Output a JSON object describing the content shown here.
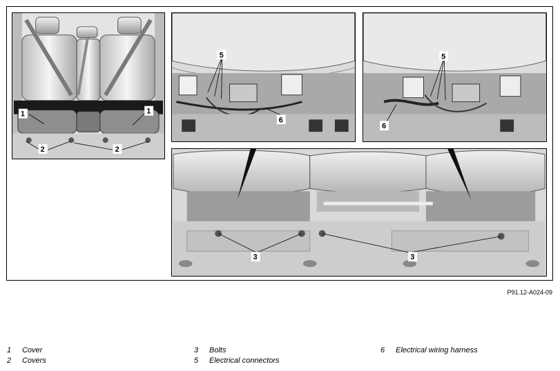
{
  "figure_code": "P91.12-A024-09",
  "callouts": {
    "c1": "1",
    "c2": "2",
    "c3": "3",
    "c5": "5",
    "c6": "6"
  },
  "legend": [
    {
      "num": "1",
      "text": "Cover"
    },
    {
      "num": "2",
      "text": "Covers"
    },
    {
      "num": "3",
      "text": "Bolts"
    },
    {
      "num": "5",
      "text": "Electrical connectors"
    },
    {
      "num": "6",
      "text": "Electrical wiring harness"
    }
  ]
}
